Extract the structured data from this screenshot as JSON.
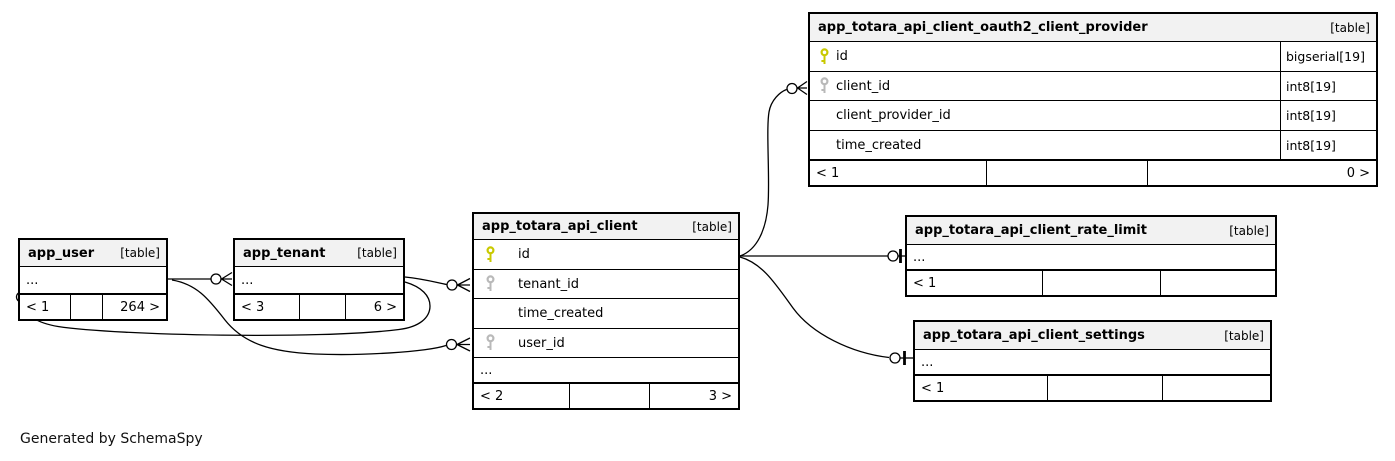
{
  "caption": "Generated by SchemaSpy",
  "tables": {
    "oauth2": {
      "name": "app_totara_api_client_oauth2_client_provider",
      "tag": "[table]",
      "columns": [
        {
          "name": "id",
          "type": "bigserial[19]",
          "key": "primary"
        },
        {
          "name": "client_id",
          "type": "int8[19]",
          "key": "foreign"
        },
        {
          "name": "client_provider_id",
          "type": "int8[19]",
          "key": "none"
        },
        {
          "name": "time_created",
          "type": "int8[19]",
          "key": "none"
        }
      ],
      "footer": {
        "left": "< 1",
        "mid": "",
        "right": "0 >"
      }
    },
    "rate_limit": {
      "name": "app_totara_api_client_rate_limit",
      "tag": "[table]",
      "ellipsis": "...",
      "footer": {
        "left": "< 1",
        "mid": "",
        "right": ""
      }
    },
    "settings": {
      "name": "app_totara_api_client_settings",
      "tag": "[table]",
      "ellipsis": "...",
      "footer": {
        "left": "< 1",
        "mid": "",
        "right": ""
      }
    },
    "client": {
      "name": "app_totara_api_client",
      "tag": "[table]",
      "columns": [
        {
          "name": "id",
          "key": "primary"
        },
        {
          "name": "tenant_id",
          "key": "foreign"
        },
        {
          "name": "time_created",
          "key": "none"
        },
        {
          "name": "user_id",
          "key": "foreign"
        }
      ],
      "ellipsis": "...",
      "footer": {
        "left": "< 2",
        "mid": "",
        "right": "3 >"
      }
    },
    "user": {
      "name": "app_user",
      "tag": "[table]",
      "ellipsis": "...",
      "footer": {
        "left": "< 1",
        "mid": "",
        "right": "264 >"
      }
    },
    "tenant": {
      "name": "app_tenant",
      "tag": "[table]",
      "ellipsis": "...",
      "footer": {
        "left": "< 3",
        "mid": "",
        "right": "6 >"
      }
    }
  },
  "icons": {
    "primary_key": "yellow-key-icon",
    "foreign_key": "gray-key-icon"
  },
  "colors": {
    "primary_key": "#c9c900",
    "foreign_key": "#b9b9b9",
    "header_bg": "#f2f2f2",
    "border": "#000000",
    "background": "#ffffff"
  }
}
